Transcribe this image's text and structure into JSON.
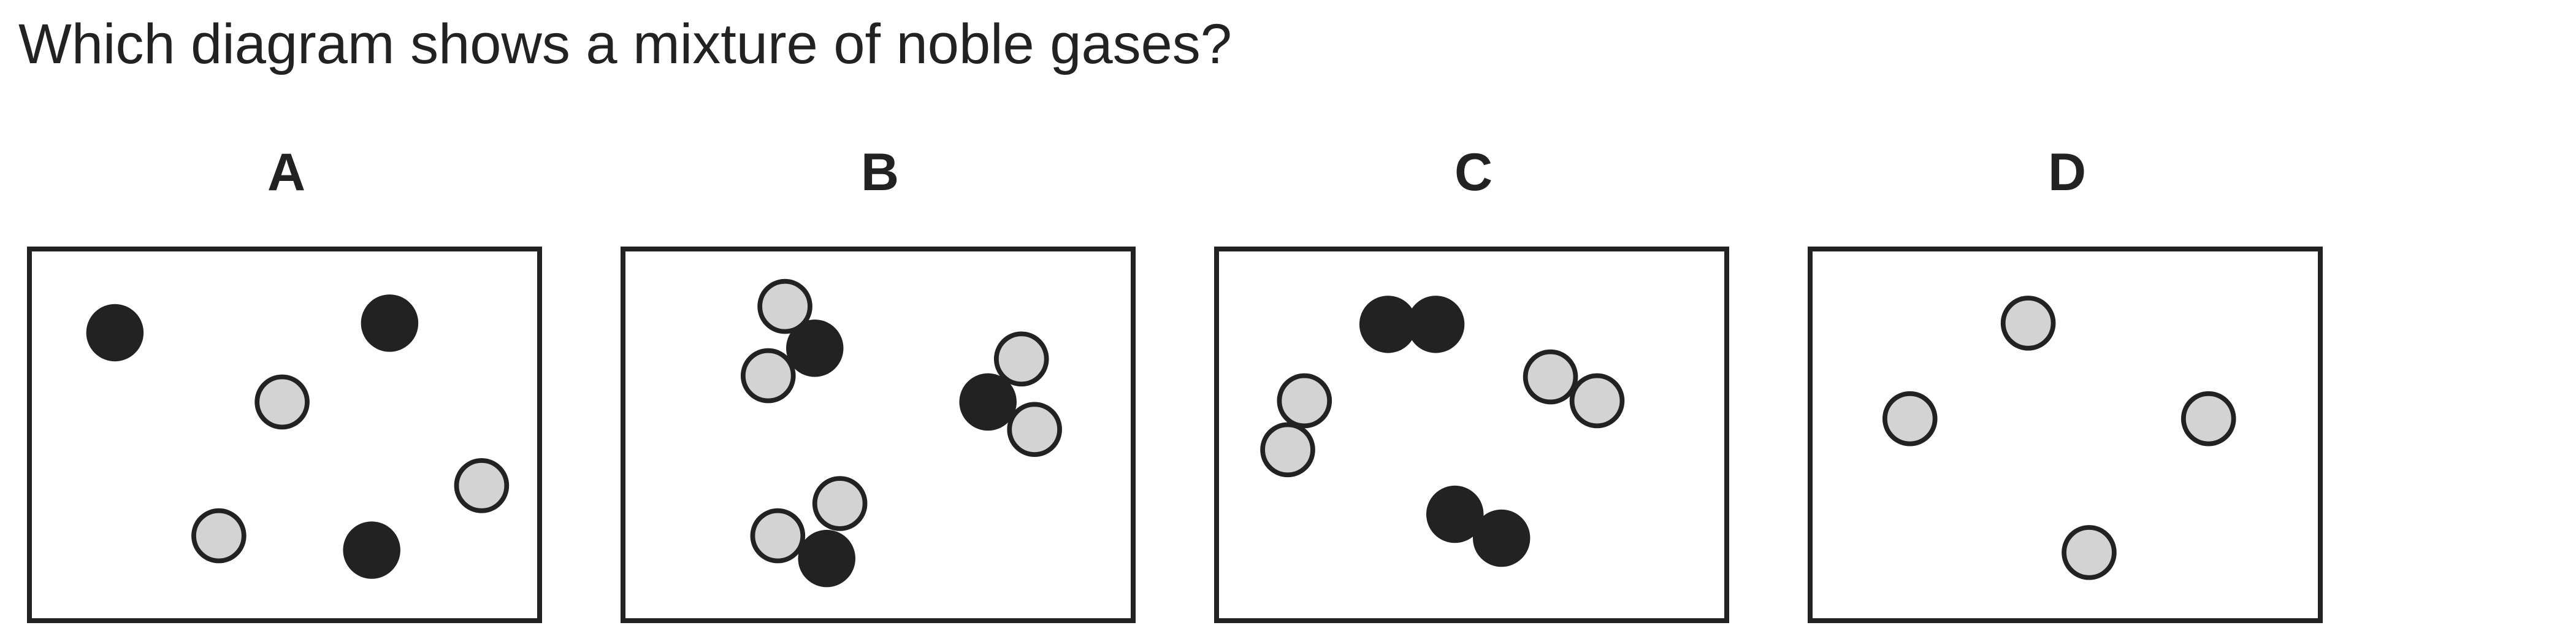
{
  "question": "Which diagram shows a mixture of noble gases?",
  "colors": {
    "dark_atom": "#222222",
    "light_atom": "#d3d3d3",
    "outline": "#222222",
    "text": "#222222"
  },
  "panels": [
    {
      "label": "A"
    },
    {
      "label": "B"
    },
    {
      "label": "C"
    },
    {
      "label": "D"
    }
  ]
}
